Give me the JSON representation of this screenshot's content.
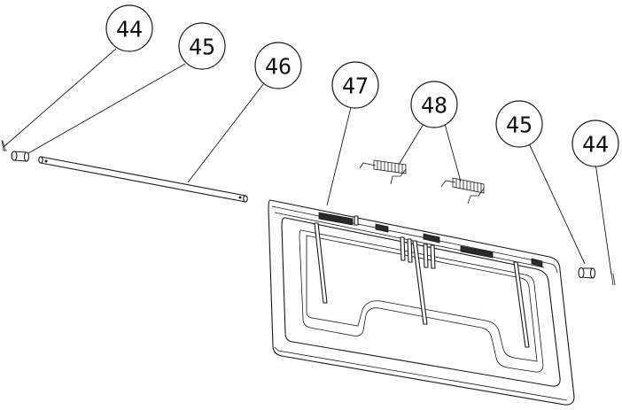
{
  "diagram": {
    "callouts": [
      {
        "id": "c44a",
        "label": "44"
      },
      {
        "id": "c45a",
        "label": "45"
      },
      {
        "id": "c46",
        "label": "46"
      },
      {
        "id": "c47",
        "label": "47"
      },
      {
        "id": "c48",
        "label": "48"
      },
      {
        "id": "c45b",
        "label": "45"
      },
      {
        "id": "c44b",
        "label": "44"
      }
    ],
    "colors": {
      "line": "#1a1a1a",
      "background": "#ffffff"
    }
  }
}
